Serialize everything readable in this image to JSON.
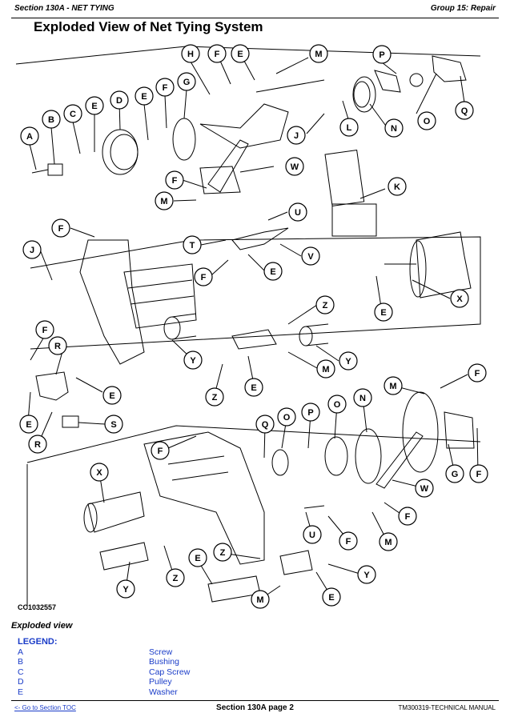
{
  "header": {
    "section": "Section 130A - NET TYING",
    "group": "Group 15: Repair"
  },
  "title": "Exploded View of Net Tying System",
  "figure": {
    "code": "CC1032557",
    "callouts": [
      "A",
      "B",
      "C",
      "E",
      "D",
      "E",
      "F",
      "G",
      "H",
      "F",
      "E",
      "M",
      "P",
      "O",
      "Q",
      "J",
      "L",
      "N",
      "W",
      "K",
      "F",
      "M",
      "U",
      "T",
      "V",
      "F",
      "E",
      "J",
      "F",
      "X",
      "E",
      "Z",
      "F",
      "R",
      "E",
      "Y",
      "M",
      "Y",
      "Z",
      "E",
      "E",
      "S",
      "R",
      "F",
      "M",
      "F",
      "Q",
      "O",
      "P",
      "O",
      "N",
      "G",
      "F",
      "X",
      "W",
      "F",
      "U",
      "F",
      "M",
      "Y",
      "Z",
      "E",
      "Z",
      "Y",
      "M",
      "E"
    ]
  },
  "caption": "Exploded view",
  "legend": {
    "title": "LEGEND:",
    "items": [
      {
        "key": "A",
        "value": "Screw"
      },
      {
        "key": "B",
        "value": "Bushing"
      },
      {
        "key": "C",
        "value": "Cap Screw"
      },
      {
        "key": "D",
        "value": "Pulley"
      },
      {
        "key": "E",
        "value": "Washer"
      }
    ]
  },
  "footer": {
    "link": "<- Go to Section TOC",
    "page": "Section 130A page 2",
    "manual": "TM300319-TECHNICAL MANUAL"
  }
}
